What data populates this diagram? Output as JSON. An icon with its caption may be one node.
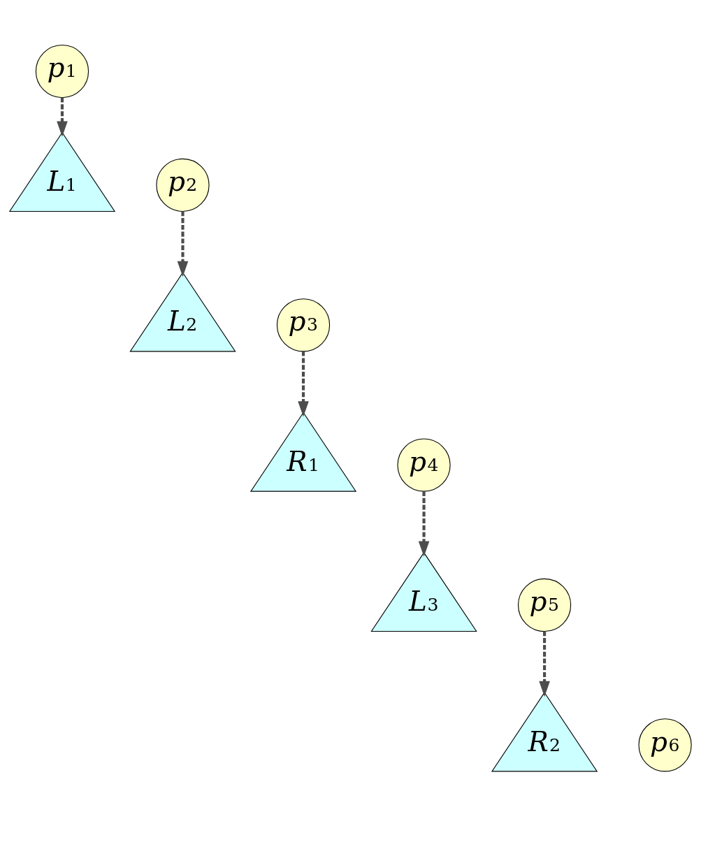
{
  "diagram": {
    "nodes": [
      {
        "text": [
          "p1"
        ]
      },
      {
        "text": [
          "L1"
        ]
      },
      {
        "text": [
          "p2"
        ]
      },
      {
        "text": [
          "L2"
        ]
      },
      {
        "text": [
          "p3"
        ]
      },
      {
        "text": [
          "R1"
        ]
      },
      {
        "text": [
          "p4"
        ]
      },
      {
        "text": [
          "L3"
        ]
      },
      {
        "text": [
          "p5"
        ]
      },
      {
        "text": [
          "R2"
        ]
      },
      {
        "text": [
          "p6"
        ]
      }
    ],
    "edges": [
      {
        "from": 0,
        "to": 1,
        "arrow": "to",
        "style": "dashed"
      },
      {
        "from": 2,
        "to": 3,
        "arrow": "to",
        "style": "dashed"
      },
      {
        "from": 4,
        "to": 5,
        "arrow": "to",
        "style": "dashed"
      },
      {
        "from": 6,
        "to": 7,
        "arrow": "to",
        "style": "dashed"
      },
      {
        "from": 8,
        "to": 9,
        "arrow": "to",
        "style": "dashed"
      }
    ]
  }
}
